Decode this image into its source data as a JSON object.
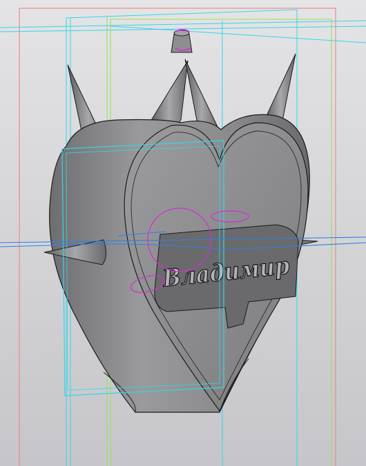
{
  "viewport": {
    "background_top": "#e4e4e6",
    "background_bottom": "#c6c6ca"
  },
  "model": {
    "engraved_text": "Владимир",
    "body_color": "#8a8a8c",
    "edge_color": "#1a1a1a",
    "shape": "heart",
    "spikes": 6
  },
  "overlay_colors": {
    "bounding_box_cyan": "#33d6e8",
    "bounding_box_green": "#9be04a",
    "bounding_box_red": "#f27a7a",
    "construction_blue": "#2f7fe6",
    "selection_magenta": "#d92ad9"
  }
}
